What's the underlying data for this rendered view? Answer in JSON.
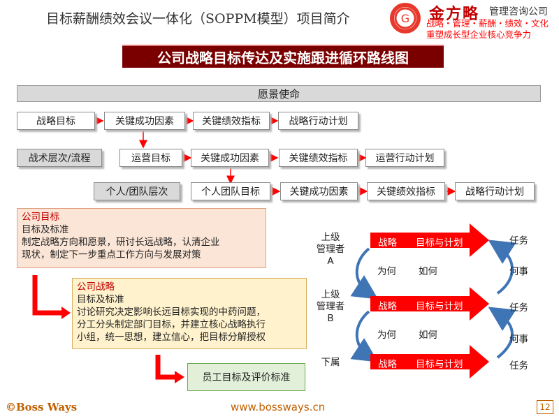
{
  "header": {
    "title": "目标薪酬绩效会议一体化（SOPPM模型）项目简介",
    "logo_brand": "金方略",
    "logo_company": "管理咨询公司",
    "logo_line2": "战略・管理・薪酬・绩效・文化",
    "logo_line3": "重塑成长型企业核心竞争力"
  },
  "banner": "公司战略目标传达及实施跟进循环路线图",
  "vision": "愿景使命",
  "row1": [
    "战略目标",
    "关键成功因素",
    "关键绩效指标",
    "战略行动计划"
  ],
  "row2_label": "战术层次/流程",
  "row2": [
    "运营目标",
    "关键成功因素",
    "关键绩效指标",
    "运营行动计划"
  ],
  "row3_label": "个人/团队层次",
  "row3": [
    "个人团队目标",
    "关键成功因素",
    "关键绩效指标",
    "战略行动计划"
  ],
  "panel_company_goal": {
    "head": "公司目标",
    "lines": [
      "目标及标准",
      "制定战略方向和愿景，研讨长远战略，认清企业",
      "现状，制定下一步重点工作方向与发展对策"
    ]
  },
  "panel_company_strategy": {
    "head": "公司战略",
    "lines": [
      "目标及标准",
      "讨论研究决定影响长远目标实现的中药问题，",
      "分工分头制定部门目标，并建立核心战略执行",
      "小组，统一思想，建立信心，把目标分解授权"
    ]
  },
  "staff_box": "员工目标及评价标准",
  "cascade": {
    "level1": [
      "上级",
      "管理者",
      "A"
    ],
    "level2": [
      "上级",
      "管理者",
      "B"
    ],
    "level3": "下属",
    "arrow_left": "战略",
    "arrow_right": "目标与计划",
    "why": "为何",
    "how": "如何",
    "task": "任务",
    "what": "何事"
  },
  "footer": {
    "copyright": "©Boss Ways",
    "url": "www.bossways.cn",
    "page": "12"
  },
  "colors": {
    "banner_bg": "#7a0000",
    "arrow_red": "#ff0000",
    "cycle_blue": "#3f74b5",
    "connector_red": "#ff0000"
  }
}
